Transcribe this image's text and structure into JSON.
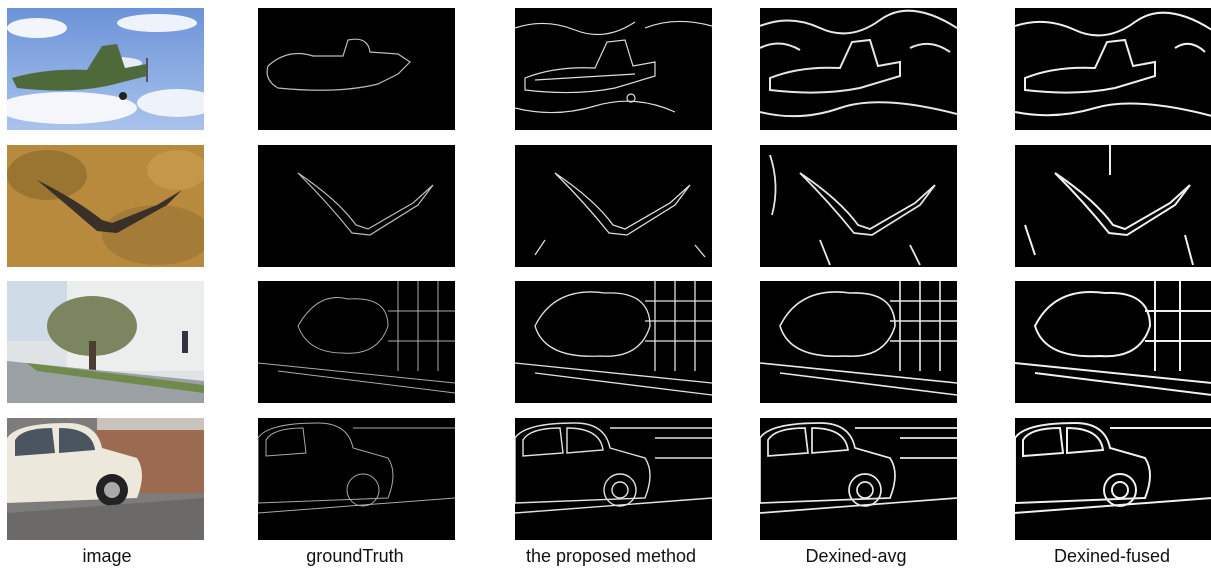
{
  "figure": {
    "column_labels": [
      "image",
      "groundTruth",
      "the  proposed  method",
      "Dexined-avg",
      "Dexined-fused"
    ],
    "rows": [
      "airplane",
      "bird",
      "tree-building",
      "car"
    ]
  }
}
